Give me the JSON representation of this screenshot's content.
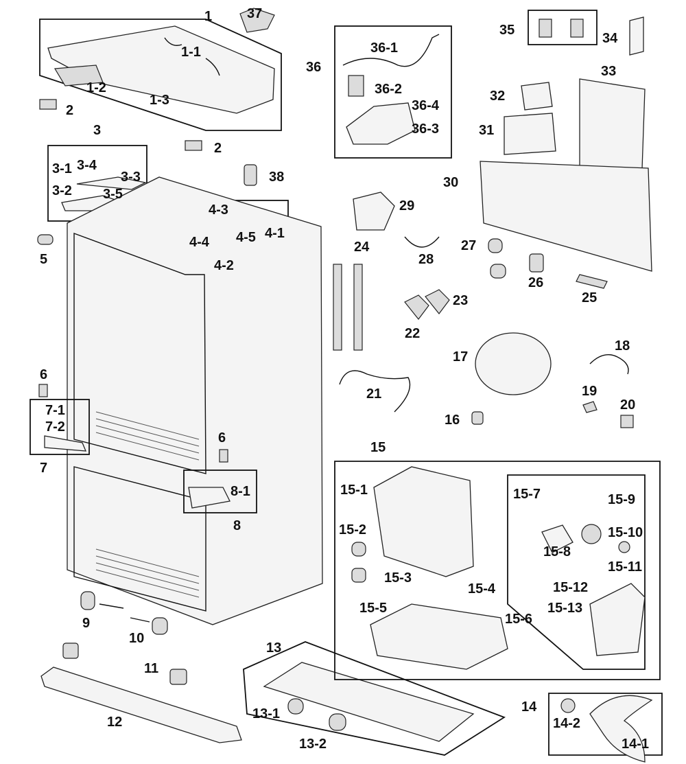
{
  "labels": {
    "p1": "1",
    "p1_1": "1-1",
    "p1_2": "1-2",
    "p1_3": "1-3",
    "p2a": "2",
    "p2b": "2",
    "p3": "3",
    "p3_1": "3-1",
    "p3_2": "3-2",
    "p3_3": "3-3",
    "p3_4": "3-4",
    "p3_5": "3-5",
    "p4_1": "4-1",
    "p4_2": "4-2",
    "p4_3": "4-3",
    "p4_4": "4-4",
    "p4_5": "4-5",
    "p5": "5",
    "p6a": "6",
    "p6b": "6",
    "p7": "7",
    "p7_1": "7-1",
    "p7_2": "7-2",
    "p8": "8",
    "p8_1": "8-1",
    "p9": "9",
    "p10": "10",
    "p11": "11",
    "p12": "12",
    "p13": "13",
    "p13_1": "13-1",
    "p13_2": "13-2",
    "p14": "14",
    "p14_1": "14-1",
    "p14_2": "14-2",
    "p15": "15",
    "p15_1": "15-1",
    "p15_2": "15-2",
    "p15_3": "15-3",
    "p15_4": "15-4",
    "p15_5": "15-5",
    "p15_6": "15-6",
    "p15_7": "15-7",
    "p15_8": "15-8",
    "p15_9": "15-9",
    "p15_10": "15-10",
    "p15_11": "15-11",
    "p15_12": "15-12",
    "p15_13": "15-13",
    "p16": "16",
    "p17": "17",
    "p18": "18",
    "p19": "19",
    "p20": "20",
    "p21": "21",
    "p22": "22",
    "p23": "23",
    "p24": "24",
    "p25": "25",
    "p26": "26",
    "p27": "27",
    "p28": "28",
    "p29": "29",
    "p30": "30",
    "p31": "31",
    "p32": "32",
    "p33": "33",
    "p34": "34",
    "p35": "35",
    "p36": "36",
    "p36_1": "36-1",
    "p36_2": "36-2",
    "p36_3": "36-3",
    "p36_4": "36-4",
    "p37": "37",
    "p38": "38"
  }
}
